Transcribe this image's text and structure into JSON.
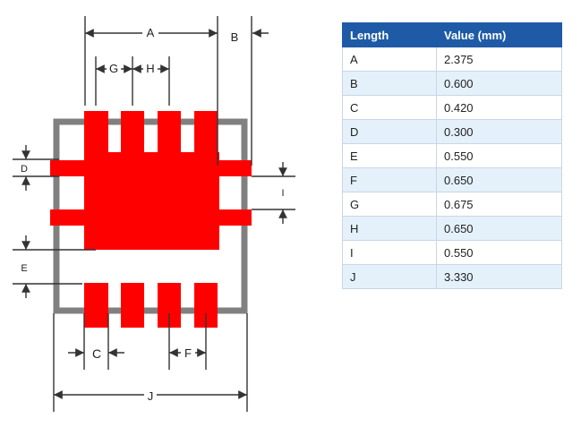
{
  "diagram": {
    "labels": {
      "a": "A",
      "b": "B",
      "c": "C",
      "d": "D",
      "e": "E",
      "f": "F",
      "g": "G",
      "h": "H",
      "i": "I",
      "j": "J"
    },
    "colors": {
      "pad": "#ff0000",
      "outline": "#808080",
      "dimension": "#333333"
    }
  },
  "table": {
    "headers": [
      "Length",
      "Value (mm)"
    ],
    "rows": [
      {
        "length": "A",
        "value": "2.375"
      },
      {
        "length": "B",
        "value": "0.600"
      },
      {
        "length": "C",
        "value": "0.420"
      },
      {
        "length": "D",
        "value": "0.300"
      },
      {
        "length": "E",
        "value": "0.550"
      },
      {
        "length": "F",
        "value": "0.650"
      },
      {
        "length": "G",
        "value": "0.675"
      },
      {
        "length": "H",
        "value": "0.650"
      },
      {
        "length": "I",
        "value": "0.550"
      },
      {
        "length": "J",
        "value": "3.330"
      }
    ]
  }
}
